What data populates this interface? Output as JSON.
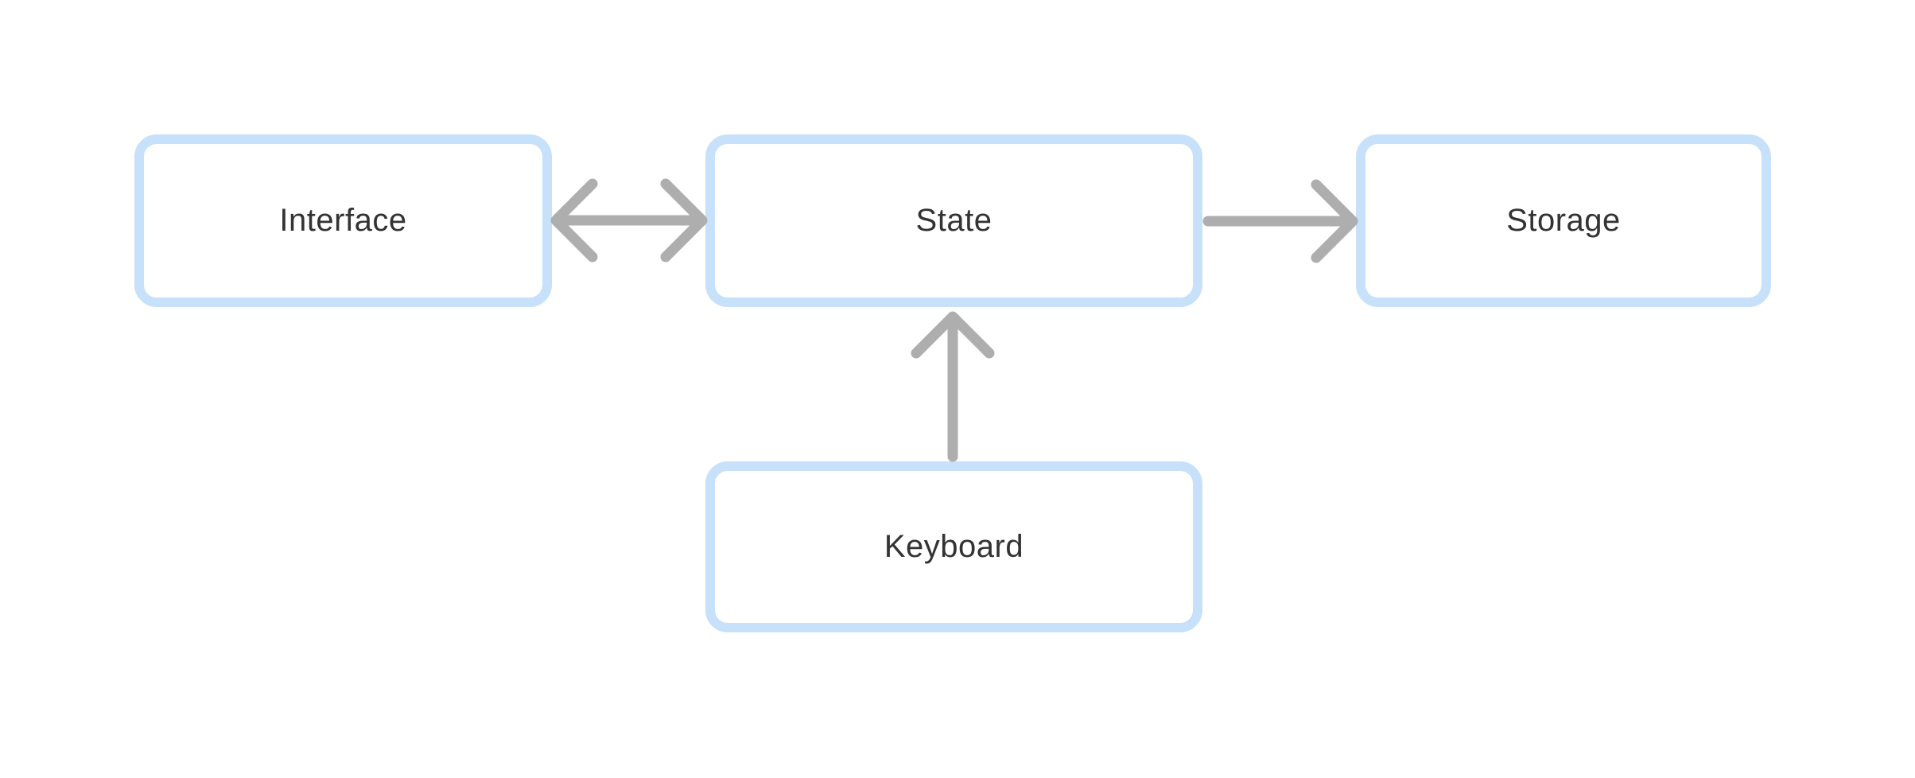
{
  "diagram": {
    "nodes": {
      "interface": {
        "label": "Interface"
      },
      "state": {
        "label": "State"
      },
      "storage": {
        "label": "Storage"
      },
      "keyboard": {
        "label": "Keyboard"
      }
    },
    "edges": [
      {
        "from": "interface",
        "to": "state",
        "direction": "bidirectional"
      },
      {
        "from": "state",
        "to": "storage",
        "direction": "forward"
      },
      {
        "from": "keyboard",
        "to": "state",
        "direction": "forward"
      }
    ],
    "colors": {
      "background": "#FFFFFF",
      "node_border": "#C7E1FA",
      "node_fill": "#FFFFFF",
      "arrow": "#AEAEAE",
      "label_text": "#333333"
    }
  }
}
